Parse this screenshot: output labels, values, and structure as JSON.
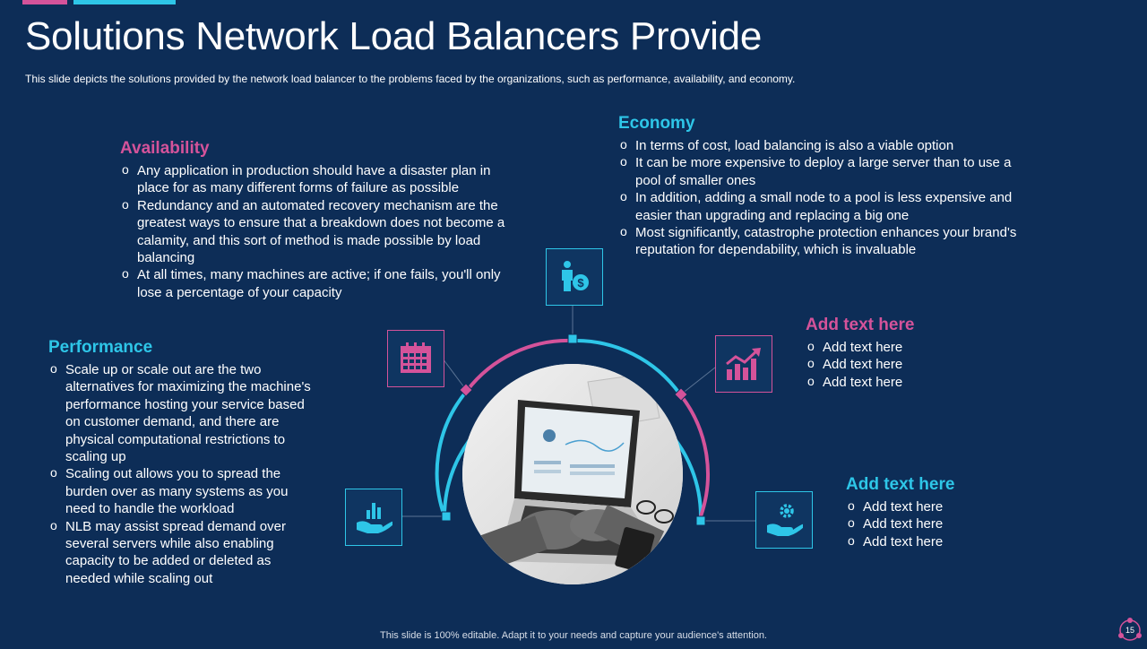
{
  "title": "Solutions Network Load Balancers Provide",
  "subtitle": "This slide depicts the solutions provided  by the network load balancer to the problems faced by the organizations, such as performance, availability, and economy.",
  "availability": {
    "heading": "Availability",
    "items": [
      "Any application in production should have a disaster plan in place for as many different forms of failure as possible",
      "Redundancy and an automated recovery mechanism are the greatest ways to ensure that a breakdown does not become a calamity, and this sort of method is made possible by load balancing",
      "At all times, many machines are active; if one fails, you'll only lose a percentage of your capacity"
    ]
  },
  "economy": {
    "heading": "Economy",
    "items": [
      "In terms of cost, load balancing is also a viable option",
      "It can be more expensive to deploy a large server than to use a pool of smaller ones",
      "In addition, adding a small node to a pool is less expensive and easier than upgrading and replacing a big one",
      "Most significantly, catastrophe protection enhances your brand's reputation for dependability, which is invaluable"
    ]
  },
  "performance": {
    "heading": "Performance",
    "items": [
      "Scale up or scale out are the two alternatives for maximizing the machine's performance hosting your service based on customer demand, and there are physical computational restrictions to scaling up",
      "Scaling out allows you to spread the burden over as many systems as you need to handle the workload",
      "NLB may assist spread demand over several servers while also enabling capacity to be added or deleted as needed while scaling out"
    ]
  },
  "addtext1": {
    "heading": "Add text here",
    "items": [
      "Add text here",
      "Add text here",
      "Add text here"
    ]
  },
  "addtext2": {
    "heading": "Add text here",
    "items": [
      "Add text here",
      "Add text here",
      "Add text here"
    ]
  },
  "icons": {
    "economy": "person-dollar-icon",
    "availability": "calendar-icon",
    "addtext1": "growth-chart-icon",
    "performance": "hand-chart-icon",
    "addtext2": "hand-gear-icon"
  },
  "colors": {
    "background": "#0d2d57",
    "accent_pink": "#d4539a",
    "accent_cyan": "#2ec6e8"
  },
  "footer": "This slide is 100% editable. Adapt it to your needs and capture your audience's attention.",
  "page_number": "15"
}
